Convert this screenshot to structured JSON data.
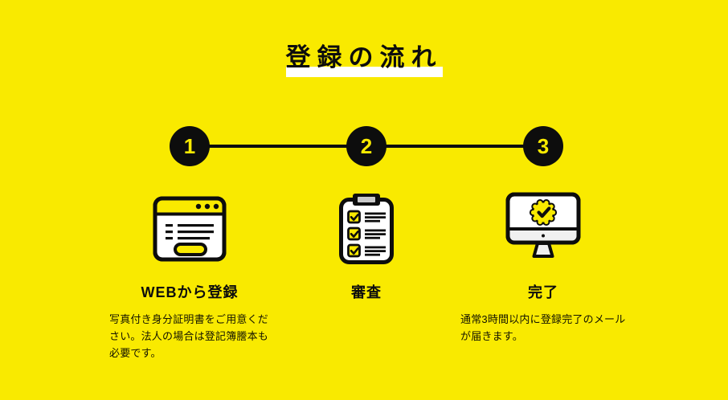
{
  "theme": {
    "background": "#F9EA00",
    "ink": "#0D0D0D",
    "title_highlight": "#FFFFFF",
    "step_number_color": "#F9EA00",
    "icon_gray": "#F0F0F0"
  },
  "title": {
    "text": "登録の流れ"
  },
  "steps": [
    {
      "number": "1",
      "icon": "browser-window-icon",
      "label": "WEBから登録",
      "description": "写真付き身分証明書をご用意ください。法人の場合は登記簿謄本も必要です。",
      "description_lines": [
        "写真付き身分証明書をご用意くだ",
        "さい。法人の場合は登記簿謄本も",
        "必要です。"
      ]
    },
    {
      "number": "2",
      "icon": "clipboard-checklist-icon",
      "label": "審査",
      "description": "",
      "description_lines": []
    },
    {
      "number": "3",
      "icon": "monitor-approved-icon",
      "label": "完了",
      "description": "通常3時間以内に登録完了のメールが届きます。",
      "description_lines": [
        "通常3時間以内に登録完了のメール",
        "が届きます。"
      ]
    }
  ]
}
